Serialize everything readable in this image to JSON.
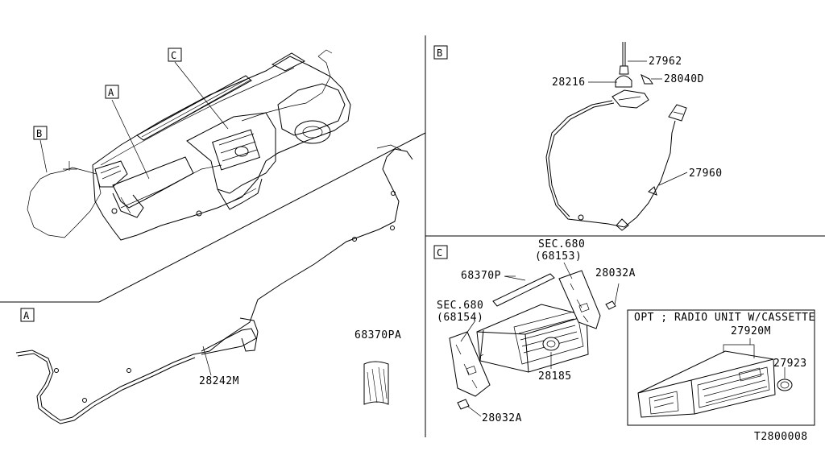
{
  "sections": {
    "A": "A",
    "B": "B",
    "C": "C"
  },
  "callouts": {
    "overview_a": "A",
    "overview_b": "B",
    "overview_c": "C"
  },
  "parts": {
    "p27962": "27962",
    "p28216": "28216",
    "p28040D": "28040D",
    "p27960": "27960",
    "p28242M": "28242M",
    "p68370PA": "68370PA",
    "p68370P": "68370P",
    "p28032A_top": "28032A",
    "p28032A_bottom": "28032A",
    "p28185": "28185",
    "p27920M": "27920M",
    "p27923": "27923"
  },
  "sec_refs": {
    "sec680_upper_line1": "SEC.680",
    "sec680_upper_line2": "(68153)",
    "sec680_lower_line1": "SEC.680",
    "sec680_lower_line2": "(68154)"
  },
  "option_title": "OPT ; RADIO UNIT W/CASSETTE",
  "drawing_code": "T2800008"
}
